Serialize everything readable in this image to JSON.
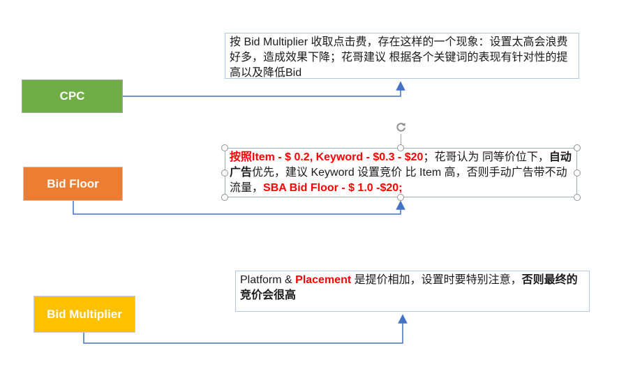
{
  "colors": {
    "node_green": "#70AD47",
    "node_orange": "#ED7D31",
    "node_yellow": "#FFC000",
    "connector_blue": "#4472C4",
    "red_text": "#FF0000",
    "textbox_border": "#B5C9E0",
    "handle_gray": "#919191"
  },
  "nodes": [
    {
      "id": "cpc",
      "label": "CPC"
    },
    {
      "id": "bid-floor",
      "label": "Bid Floor"
    },
    {
      "id": "bid-multiplier",
      "label": "Bid Multiplier"
    }
  ],
  "notes": {
    "cpc_note": {
      "segments": [
        {
          "text": "按 Bid Multiplier  收取点击费，存在这样的一个现象：设置太高会浪费好多，造成效果下降；花哥建议 根据各个关键词的表现有针对性的提高以及降低Bid",
          "style": "normal"
        }
      ]
    },
    "bid_floor_note": {
      "segments": [
        {
          "text": "按照Item - $ 0.2, Keyword - $0.3 - $20",
          "style": "red-bold"
        },
        {
          "text": "；花哥认为 同等价位下，",
          "style": "normal"
        },
        {
          "text": "自动广告",
          "style": "bold"
        },
        {
          "text": "优先，建议 Keyword 设置竞价 比 Item 高，否则手动广告带不动流量，",
          "style": "normal"
        },
        {
          "text": "SBA Bid Floor - $ 1.0 -$20;",
          "style": "red-bold"
        }
      ]
    },
    "bid_multiplier_note": {
      "segments": [
        {
          "text": "Platform & ",
          "style": "normal"
        },
        {
          "text": "Placement",
          "style": "red-bold"
        },
        {
          "text": " 是提价相加，设置时要特别注意，",
          "style": "normal"
        },
        {
          "text": "否则最终的竞价会很高",
          "style": "bold"
        }
      ]
    }
  }
}
